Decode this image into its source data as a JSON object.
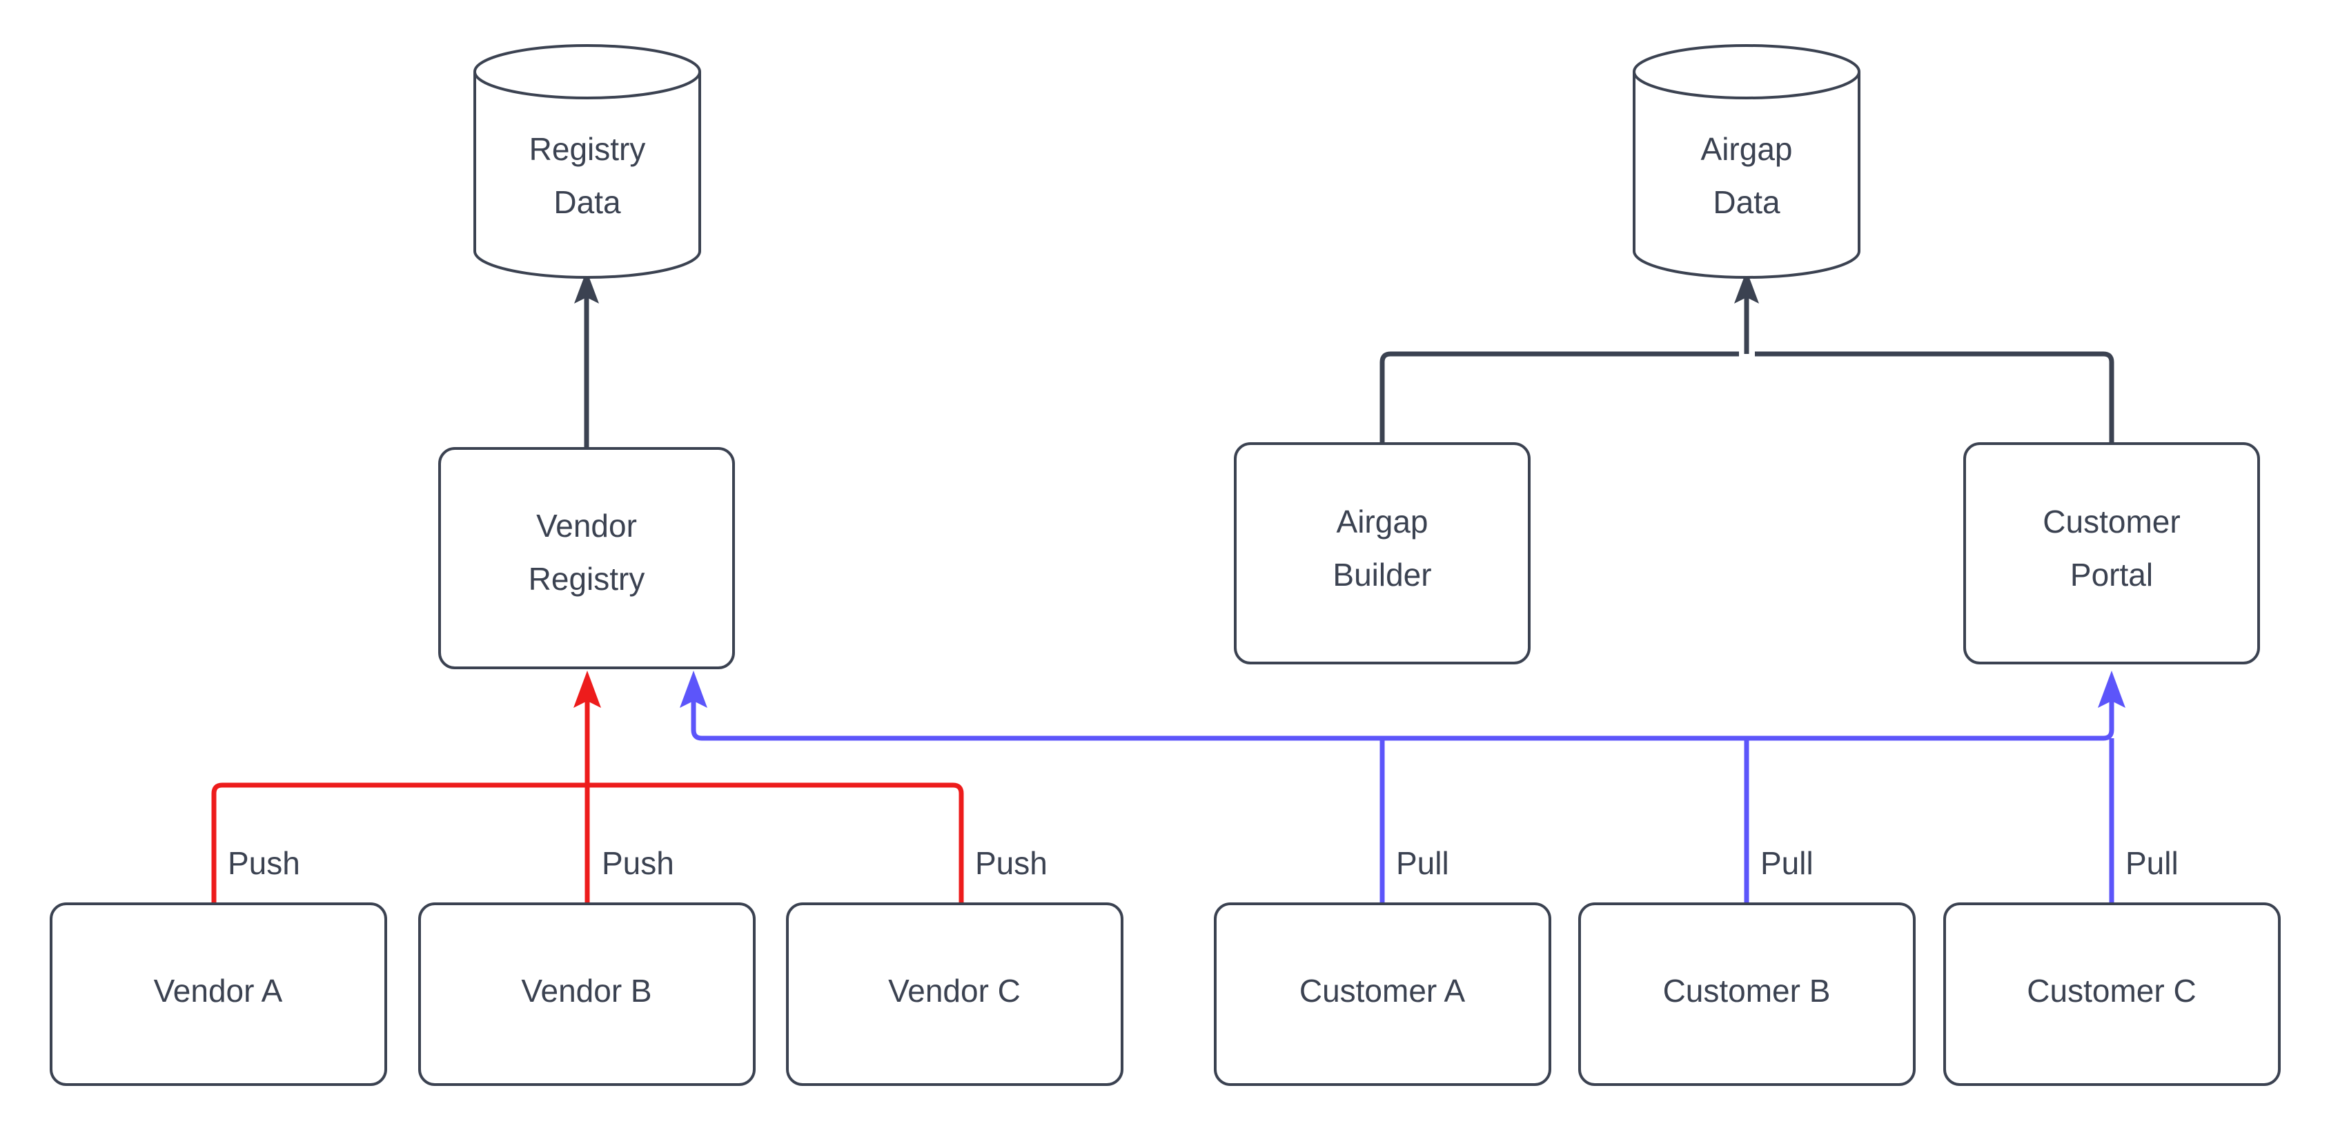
{
  "diagram": {
    "background_color": "#ffffff",
    "stroke_color": "#3b4251",
    "text_color": "#3b4251",
    "push_color": "#ED1C1C",
    "pull_color": "#5C55FA",
    "nodes": {
      "registry_data": {
        "label_line1": "Registry",
        "label_line2": "Data",
        "shape": "cylinder"
      },
      "airgap_data": {
        "label_line1": "Airgap",
        "label_line2": "Data",
        "shape": "cylinder"
      },
      "vendor_registry": {
        "label_line1": "Vendor",
        "label_line2": "Registry",
        "shape": "rounded-rect"
      },
      "airgap_builder": {
        "label_line1": "Airgap",
        "label_line2": "Builder",
        "shape": "rounded-rect"
      },
      "customer_portal": {
        "label_line1": "Customer",
        "label_line2": "Portal",
        "shape": "rounded-rect"
      },
      "vendor_a": {
        "label": "Vendor A",
        "shape": "rounded-rect"
      },
      "vendor_b": {
        "label": "Vendor B",
        "shape": "rounded-rect"
      },
      "vendor_c": {
        "label": "Vendor C",
        "shape": "rounded-rect"
      },
      "customer_a": {
        "label": "Customer A",
        "shape": "rounded-rect"
      },
      "customer_b": {
        "label": "Customer B",
        "shape": "rounded-rect"
      },
      "customer_c": {
        "label": "Customer C",
        "shape": "rounded-rect"
      }
    },
    "edge_labels": {
      "push_a": "Push",
      "push_b": "Push",
      "push_c": "Push",
      "pull_a": "Pull",
      "pull_b": "Pull",
      "pull_c": "Pull"
    }
  },
  "chart_data": {
    "type": "diagram",
    "title": "",
    "nodes": [
      {
        "id": "registry_data",
        "label": "Registry Data",
        "shape": "cylinder",
        "tier": "data"
      },
      {
        "id": "airgap_data",
        "label": "Airgap Data",
        "shape": "cylinder",
        "tier": "data"
      },
      {
        "id": "vendor_registry",
        "label": "Vendor Registry",
        "shape": "rounded-rect",
        "tier": "service"
      },
      {
        "id": "airgap_builder",
        "label": "Airgap Builder",
        "shape": "rounded-rect",
        "tier": "service"
      },
      {
        "id": "customer_portal",
        "label": "Customer Portal",
        "shape": "rounded-rect",
        "tier": "service"
      },
      {
        "id": "vendor_a",
        "label": "Vendor A",
        "shape": "rounded-rect",
        "tier": "actor"
      },
      {
        "id": "vendor_b",
        "label": "Vendor B",
        "shape": "rounded-rect",
        "tier": "actor"
      },
      {
        "id": "vendor_c",
        "label": "Vendor C",
        "shape": "rounded-rect",
        "tier": "actor"
      },
      {
        "id": "customer_a",
        "label": "Customer A",
        "shape": "rounded-rect",
        "tier": "actor"
      },
      {
        "id": "customer_b",
        "label": "Customer B",
        "shape": "rounded-rect",
        "tier": "actor"
      },
      {
        "id": "customer_c",
        "label": "Customer C",
        "shape": "rounded-rect",
        "tier": "actor"
      }
    ],
    "edges": [
      {
        "from": "vendor_registry",
        "to": "registry_data",
        "label": "",
        "color": "#3b4251"
      },
      {
        "from": "airgap_builder",
        "to": "airgap_data",
        "label": "",
        "color": "#3b4251"
      },
      {
        "from": "customer_portal",
        "to": "airgap_data",
        "label": "",
        "color": "#3b4251"
      },
      {
        "from": "vendor_a",
        "to": "vendor_registry",
        "label": "Push",
        "color": "#ED1C1C"
      },
      {
        "from": "vendor_b",
        "to": "vendor_registry",
        "label": "Push",
        "color": "#ED1C1C"
      },
      {
        "from": "vendor_c",
        "to": "vendor_registry",
        "label": "Push",
        "color": "#ED1C1C"
      },
      {
        "from": "customer_a",
        "to": "vendor_registry",
        "label": "Pull",
        "color": "#5C55FA"
      },
      {
        "from": "customer_b",
        "to": "customer_portal",
        "label": "Pull",
        "color": "#5C55FA"
      },
      {
        "from": "customer_c",
        "to": "customer_portal",
        "label": "Pull",
        "color": "#5C55FA"
      }
    ]
  }
}
